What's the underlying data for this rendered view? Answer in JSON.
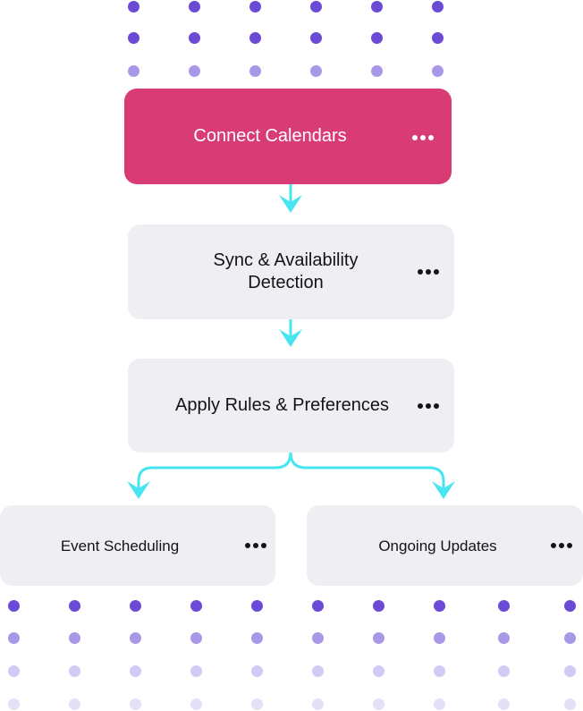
{
  "colors": {
    "primary_node": "#d93c74",
    "node": "#eeeef3",
    "text_dark": "#141414",
    "text_light": "#ffffff",
    "connector": "#45e6f2",
    "dot_strong": "#6b4ad6",
    "dot_medium": "#a998e8",
    "dot_light": "#d2c9f4",
    "dot_faint": "#e4e0f8"
  },
  "nodes": {
    "connect": {
      "label": "Connect Calendars",
      "menu_icon": "more-horizontal-icon"
    },
    "sync": {
      "label_line1": "Sync & Availability",
      "label_line2": "Detection",
      "menu_icon": "more-horizontal-icon"
    },
    "rules": {
      "label": "Apply Rules & Preferences",
      "menu_icon": "more-horizontal-icon"
    },
    "scheduling": {
      "label": "Event Scheduling",
      "menu_icon": "more-horizontal-icon"
    },
    "updates": {
      "label": "Ongoing Updates",
      "menu_icon": "more-horizontal-icon"
    }
  },
  "edges": [
    {
      "from": "Connect Calendars",
      "to": "Sync & Availability Detection"
    },
    {
      "from": "Sync & Availability Detection",
      "to": "Apply Rules & Preferences"
    },
    {
      "from": "Apply Rules & Preferences",
      "to": "Event Scheduling"
    },
    {
      "from": "Apply Rules & Preferences",
      "to": "Ongoing Updates"
    }
  ]
}
